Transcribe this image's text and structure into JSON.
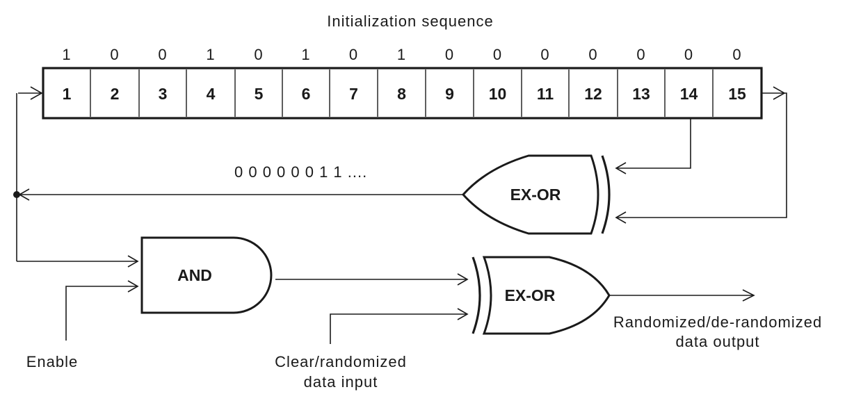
{
  "title": "Initialization sequence",
  "init_bits": [
    "1",
    "0",
    "0",
    "1",
    "0",
    "1",
    "0",
    "1",
    "0",
    "0",
    "0",
    "0",
    "0",
    "0",
    "0"
  ],
  "cells": [
    "1",
    "2",
    "3",
    "4",
    "5",
    "6",
    "7",
    "8",
    "9",
    "10",
    "11",
    "12",
    "13",
    "14",
    "15"
  ],
  "feedback_sequence": "0 0 0 0 0 0 1 1 ....",
  "gates": {
    "xor_feedback": "EX-OR",
    "and_gate": "AND",
    "xor_output": "EX-OR"
  },
  "labels": {
    "enable": "Enable",
    "input_line1": "Clear/randomized",
    "input_line2": "data input",
    "output_line1": "Randomized/de-randomized",
    "output_line2": "data output"
  }
}
